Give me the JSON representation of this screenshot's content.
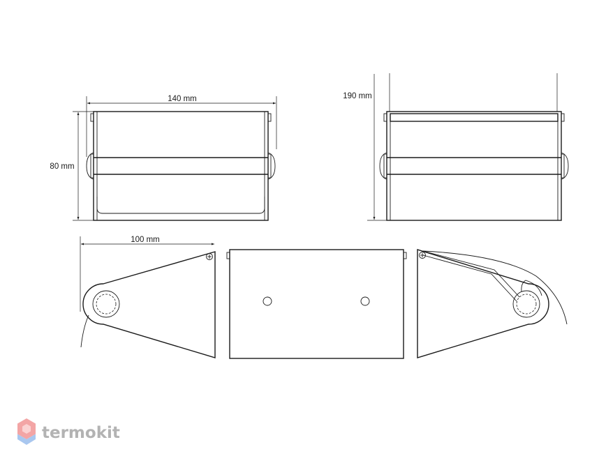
{
  "dimensions": {
    "front_width": "140 mm",
    "front_height": "80 mm",
    "side_height": "190 mm",
    "bottom_depth": "100 mm"
  },
  "logo": {
    "text": "termokit",
    "text_color": "#b3b3b3",
    "icon_colors": [
      "#f3a5a5",
      "#a9c7ef"
    ]
  },
  "line_color": "#1a1a1a"
}
